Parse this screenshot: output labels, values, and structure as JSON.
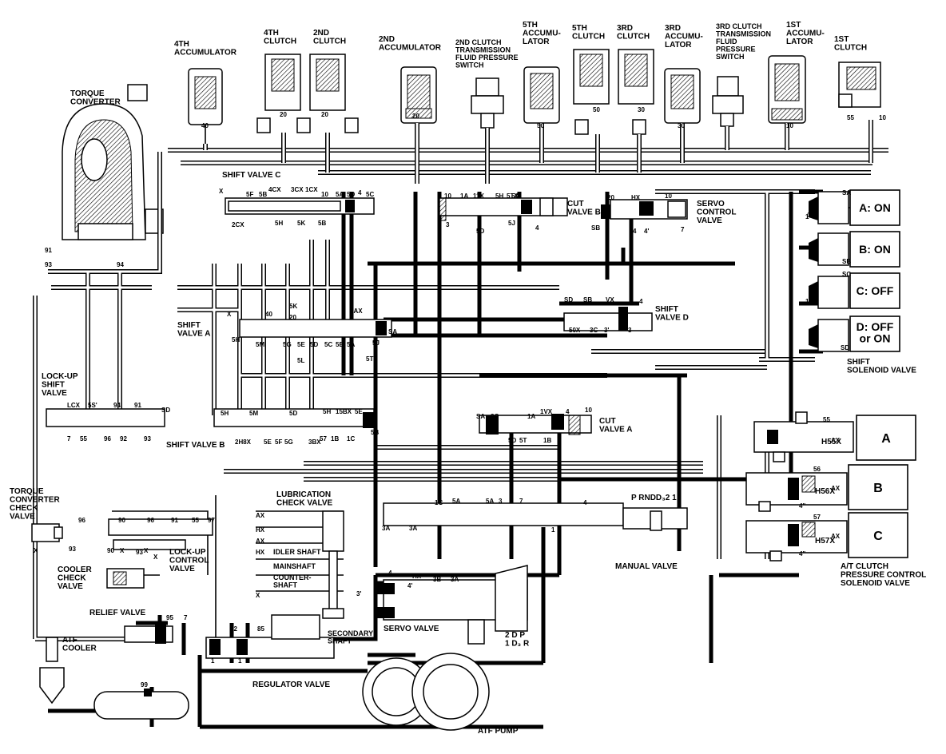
{
  "labels": {
    "accum_4th": "4TH\nACCUMULATOR",
    "clutch_4th": "4TH\nCLUTCH",
    "clutch_2nd": "2ND\nCLUTCH",
    "accum_2nd": "2ND\nACCUMULATOR",
    "switch_2nd": "2ND CLUTCH\nTRANSMISSION\nFLUID PRESSURE\nSWITCH",
    "accum_5th": "5TH\nACCUMU-\nLATOR",
    "clutch_5th": "5TH\nCLUTCH",
    "clutch_3rd": "3RD\nCLUTCH",
    "accum_3rd": "3RD\nACCUMU-\nLATOR",
    "switch_3rd": "3RD CLUTCH\nTRANSMISSION\nFLUID\nPRESSURE\nSWITCH",
    "accum_1st": "1ST\nACCUMU-\nLATOR",
    "clutch_1st": "1ST\nCLUTCH",
    "torque_converter": "TORQUE\nCONVERTER",
    "shift_valve_c": "SHIFT VALVE C",
    "cut_valve_b": "CUT\nVALVE B",
    "servo_control_valve": "SERVO\nCONTROL\nVALVE",
    "shift_valve_a": "SHIFT\nVALVE A",
    "shift_valve_d": "SHIFT\nVALVE D",
    "lockup_shift_valve": "LOCK-UP\nSHIFT\nVALVE",
    "shift_valve_b": "SHIFT VALVE B",
    "cut_valve_a": "CUT\nVALVE A",
    "tc_check_valve": "TORQUE\nCONVERTER\nCHECK\nVALVE",
    "lubrication_check_valve": "LUBRICATION\nCHECK VALVE",
    "cooler_check_valve": "COOLER\nCHECK\nVALVE",
    "lockup_control_valve": "LOCK-UP\nCONTROL\nVALVE",
    "relief_valve": "RELIEF VALVE",
    "atf_cooler": "ATF\nCOOLER",
    "servo_valve": "SERVO VALVE",
    "secondary_shaft": "SECONDARY\nSHAFT",
    "regulator_valve": "REGULATOR VALVE",
    "atf_pump": "ATF PUMP",
    "manual_valve": "MANUAL VALVE",
    "shift_solenoid_valve": "SHIFT\nSOLENOID VALVE",
    "at_clutch_pcsv": "A/T CLUTCH\nPRESSURE CONTROL\nSOLENOID VALVE",
    "idler_shaft": "IDLER SHAFT",
    "mainshaft": "MAINSHAFT",
    "countershaft": "COUNTER-\nSHAFT"
  },
  "solenoids": [
    {
      "id": "A",
      "state": "A: ON"
    },
    {
      "id": "B",
      "state": "B: ON"
    },
    {
      "id": "C",
      "state": "C: OFF"
    },
    {
      "id": "D",
      "state": "D: OFF\nor ON"
    }
  ],
  "pcsv": [
    {
      "letter": "A",
      "port": "H55X"
    },
    {
      "letter": "B",
      "port": "H56X"
    },
    {
      "letter": "C",
      "port": "H57X"
    }
  ],
  "manual_positions": "P RNDD₃2 1",
  "gear_positions": "2 D P\n1 D₃ R",
  "ports": [
    "40",
    "20",
    "20",
    "20",
    "50",
    "50",
    "30",
    "30",
    "10",
    "55",
    "10",
    "X",
    "5F",
    "5B",
    "4CX",
    "3CX",
    "1CX",
    "10",
    "5A",
    "5D",
    "4",
    "5C",
    "2CX",
    "5H",
    "5K",
    "5B",
    "10",
    "1A",
    "11X",
    "5H",
    "5TX",
    "5D",
    "5J",
    "5C",
    "4",
    "3",
    "20",
    "HX",
    "10",
    "SB",
    "4",
    "4'",
    "7",
    "SA",
    "1",
    "SB",
    "SC",
    "1",
    "SD",
    "X",
    "40",
    "5K",
    "20",
    "5AX",
    "5H",
    "5M",
    "5G",
    "5E",
    "5D",
    "5C",
    "5B",
    "5A",
    "5L",
    "5J",
    "5T",
    "SA",
    "SD",
    "SB",
    "VX",
    "4",
    "50X",
    "3C",
    "3'",
    "3",
    "LCX",
    "5S'",
    "94",
    "91",
    "SD",
    "7",
    "55",
    "96",
    "92",
    "93",
    "5H",
    "5M",
    "5D",
    "5H",
    "15BX",
    "5E",
    "2H8X",
    "5E",
    "5F",
    "5G",
    "3BX",
    "57",
    "1B",
    "1C",
    "5B",
    "SA",
    "3C",
    "1A",
    "1VX",
    "4",
    "10",
    "5D",
    "5T",
    "1B",
    "96",
    "90",
    "96",
    "91",
    "55",
    "97",
    "93",
    "90",
    "93",
    "X",
    "X",
    "X",
    "X",
    "AX",
    "HX",
    "AX",
    "HX",
    "X",
    "1C",
    "5A",
    "5A",
    "3",
    "7",
    "4",
    "3A",
    "3A",
    "4",
    "4'",
    "HX",
    "3B",
    "3A",
    "3'",
    "95",
    "7",
    "92",
    "85",
    "1",
    "1",
    "1",
    "99",
    "55",
    "56",
    "57",
    "4\"",
    "4\"",
    "AX",
    "AX",
    "AX",
    "1",
    "91",
    "93",
    "94"
  ]
}
